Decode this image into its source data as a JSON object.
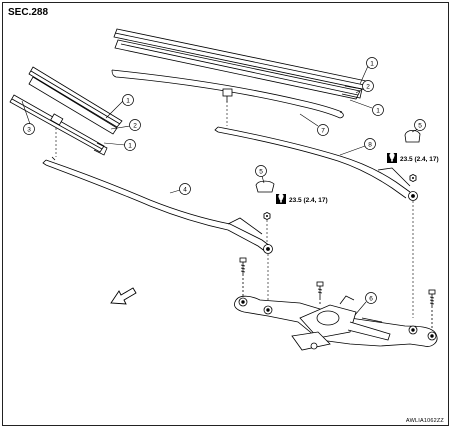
{
  "header": {
    "section": "SEC.288"
  },
  "footer": {
    "code": "AWLIA1062ZZ"
  },
  "callouts": {
    "n1": "1",
    "n2": "2",
    "n3": "3",
    "n4": "4",
    "n5": "5",
    "n6": "6",
    "n7": "7",
    "n8": "8"
  },
  "torque": {
    "upper": "23.5 (2.4, 17)",
    "lower": "23.5 (2.4, 17)"
  },
  "icons": [
    "torque-wrench-icon",
    "front-arrow-icon"
  ]
}
